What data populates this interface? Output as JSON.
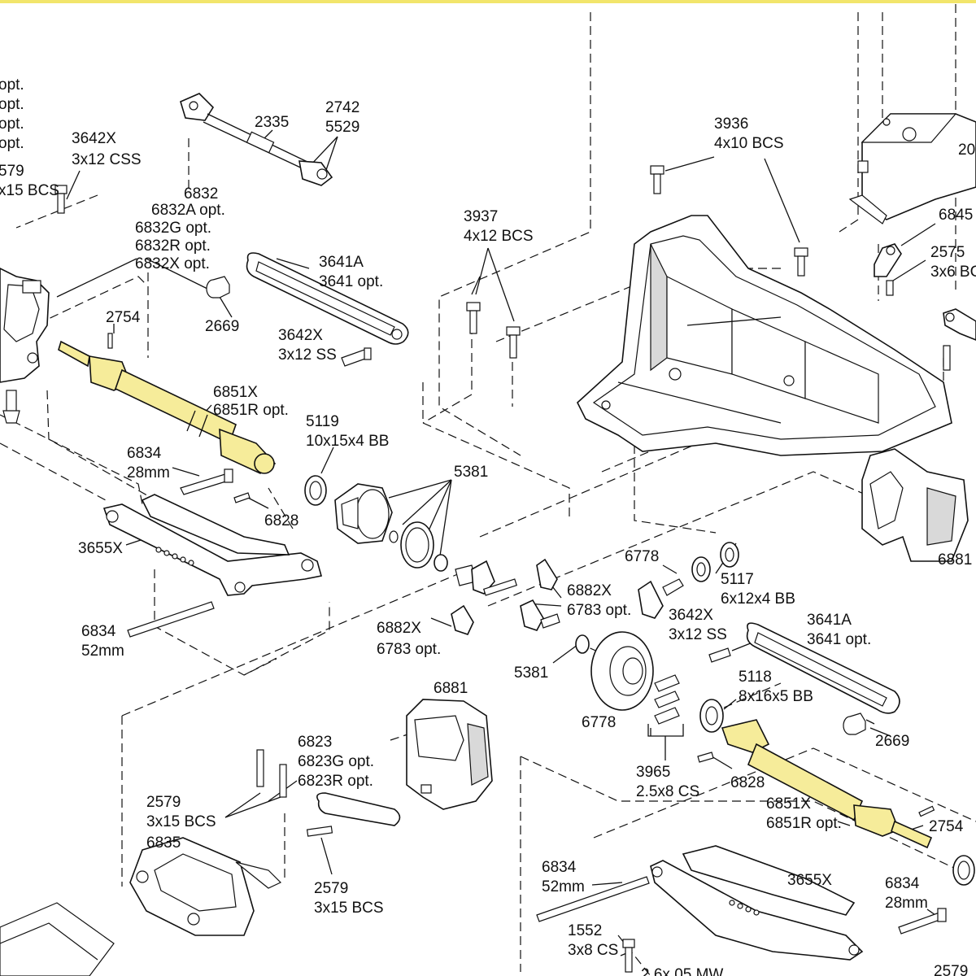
{
  "colors": {
    "top_rule": "#f2e56b",
    "highlight": "#f6ec9a",
    "ink": "#111111"
  },
  "labels": {
    "left_opt1": "opt.",
    "left_opt2": "opt.",
    "left_opt3": "opt.",
    "left_opt4": "opt.",
    "left_2579": "579",
    "left_3x15": "x15 BCS",
    "p3642x_a": "3642X",
    "p3642x_a_spec": "3x12 CSS",
    "p2335": "2335",
    "p2742": "2742",
    "p5529": "5529",
    "p6832": "6832",
    "p6832a": "6832A opt.",
    "p6832g": "6832G opt.",
    "p6832r": "6832R opt.",
    "p6832x": "6832X opt.",
    "p3641a_a": "3641A",
    "p3641_a_opt": "3641 opt.",
    "p2669_a": "2669",
    "p3642x_b": "3642X",
    "p3642x_b_spec": "3x12 SS",
    "p2754_a": "2754",
    "p6851x_a": "6851X",
    "p6851r_a": "6851R opt.",
    "p5119": "5119",
    "p5119_spec": "10x15x4 BB",
    "p6834_a": "6834",
    "p6834_a_spec": "28mm",
    "p6828_a": "6828",
    "p5381_a": "5381",
    "p3655x_a": "3655X",
    "p3937": "3937",
    "p3937_spec": "4x12 BCS",
    "p3936": "3936",
    "p3936_spec": "4x10 BCS",
    "p20": "20",
    "p6845": "6845",
    "p2575": "2575",
    "p2575_spec": "3x6 BC",
    "p6881_a": "6881",
    "p6778_a": "6778",
    "p5117": "5117",
    "p5117_spec": "6x12x4 BB",
    "p6882x_a": "6882X",
    "p6783_a": "6783 opt.",
    "p3642x_c": "3642X",
    "p3642x_c_spec": "3x12 SS",
    "p3641a_b": "3641A",
    "p3641_b_opt": "3641 opt.",
    "p6834_b": "6834",
    "p6834_b_spec": "52mm",
    "p6882x_b": "6882X",
    "p6783_b": "6783 opt.",
    "p5381_b": "5381",
    "p5118": "5118",
    "p5118_spec": "8x16x5 BB",
    "p6778_b": "6778",
    "p6881_b": "6881",
    "p2669_b": "2669",
    "p3965": "3965",
    "p3965_spec": "2.5x8 CS",
    "p6828_b": "6828",
    "p6823": "6823",
    "p6823g": "6823G opt.",
    "p6823r": "6823R opt.",
    "p2579_a": "2579",
    "p2579_a_spec": "3x15 BCS",
    "p6835": "6835",
    "p2579_b": "2579",
    "p2579_b_spec": "3x15 BCS",
    "p6851x_b": "6851X",
    "p6851r_b": "6851R opt.",
    "p2754_b": "2754",
    "p6834_c": "6834",
    "p6834_c_spec": "52mm",
    "p3655x_b": "3655X",
    "p6834_d": "6834",
    "p6834_d_spec": "28mm",
    "p1552": "1552",
    "p1552_spec": "3x8 CS",
    "p2579_c": "2579",
    "p_bottom_partial": "2.6x.05 MW"
  }
}
